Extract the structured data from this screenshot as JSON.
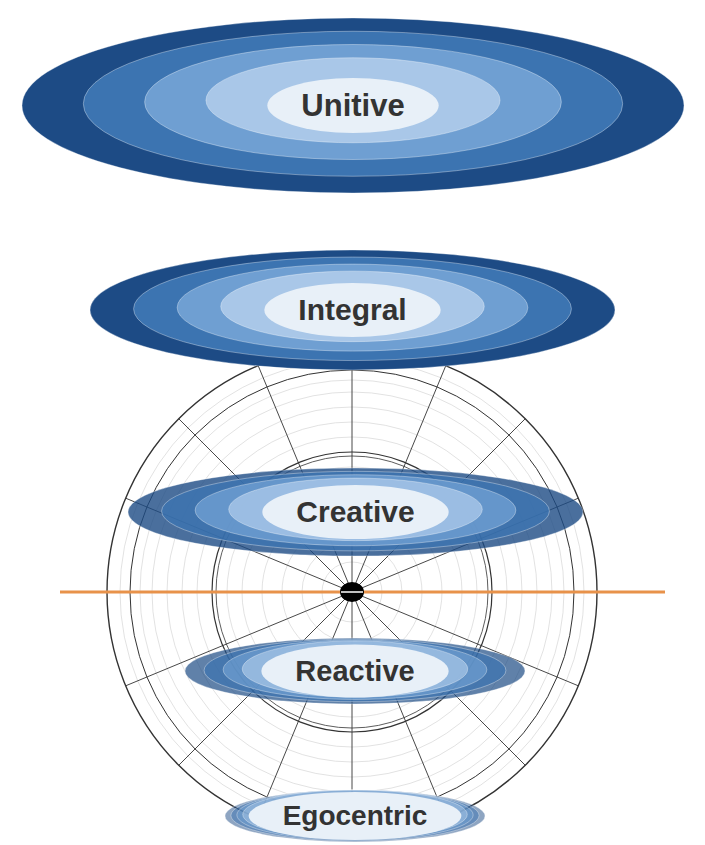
{
  "diagram": {
    "nodes": [
      {
        "text": [
          "Unitive"
        ]
      },
      {
        "text": [
          "Integral"
        ]
      },
      {
        "text": [
          "Creative"
        ]
      },
      {
        "text": [
          "Reactive"
        ]
      },
      {
        "text": [
          "Egocentric"
        ]
      }
    ]
  }
}
